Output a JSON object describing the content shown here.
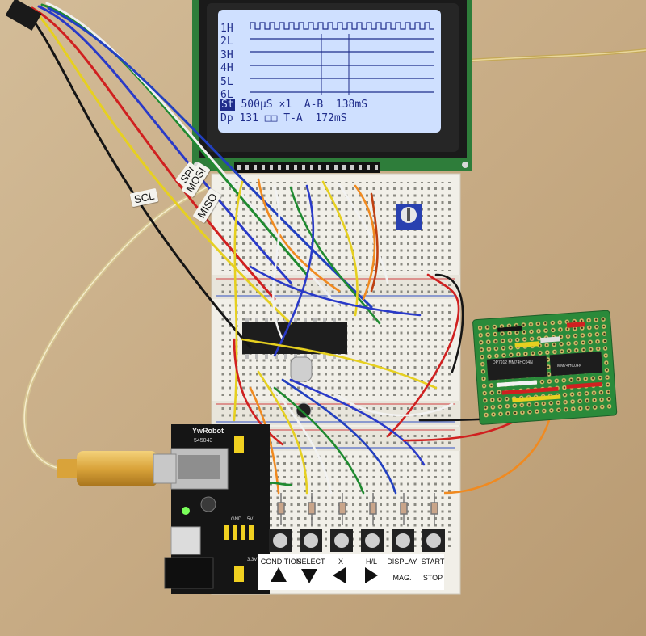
{
  "lcd": {
    "channels": [
      "1H",
      "2L",
      "3H",
      "4H",
      "5L",
      "6L"
    ],
    "row7": {
      "tag": "St",
      "text": " 500μS ×1  A-B  138mS"
    },
    "row8": {
      "tag": "Dp",
      "text": " 131 □□ T-A  172mS"
    }
  },
  "wire_labels": {
    "scl": "SCL",
    "mosi": "MOSI",
    "miso": "MISO",
    "spi": "SPI"
  },
  "power_module": {
    "brand": "YwRobot",
    "model": "545043",
    "label_gnd": "GND",
    "label_v1": "5V",
    "label_v2": "3.3V"
  },
  "buttons": [
    {
      "label": "CONDITION",
      "arrow": "up"
    },
    {
      "label": "SELECT",
      "arrow": "down"
    },
    {
      "label": "X",
      "arrow": "left"
    },
    {
      "label": "H/L",
      "arrow": "right"
    },
    {
      "label": "DISPLAY",
      "sub": "MAG."
    },
    {
      "label": "START",
      "sub": "STOP"
    }
  ],
  "ics": {
    "pcb_chip1": "DP7912 MM74HC04N",
    "pcb_chip2": "MM74HC04N"
  },
  "colors": {
    "lcd_screen": "#cfe0ff",
    "lcd_bezel": "#222222",
    "pcb_green": "#2a8a3a",
    "breadboard": "#f1efe8"
  }
}
